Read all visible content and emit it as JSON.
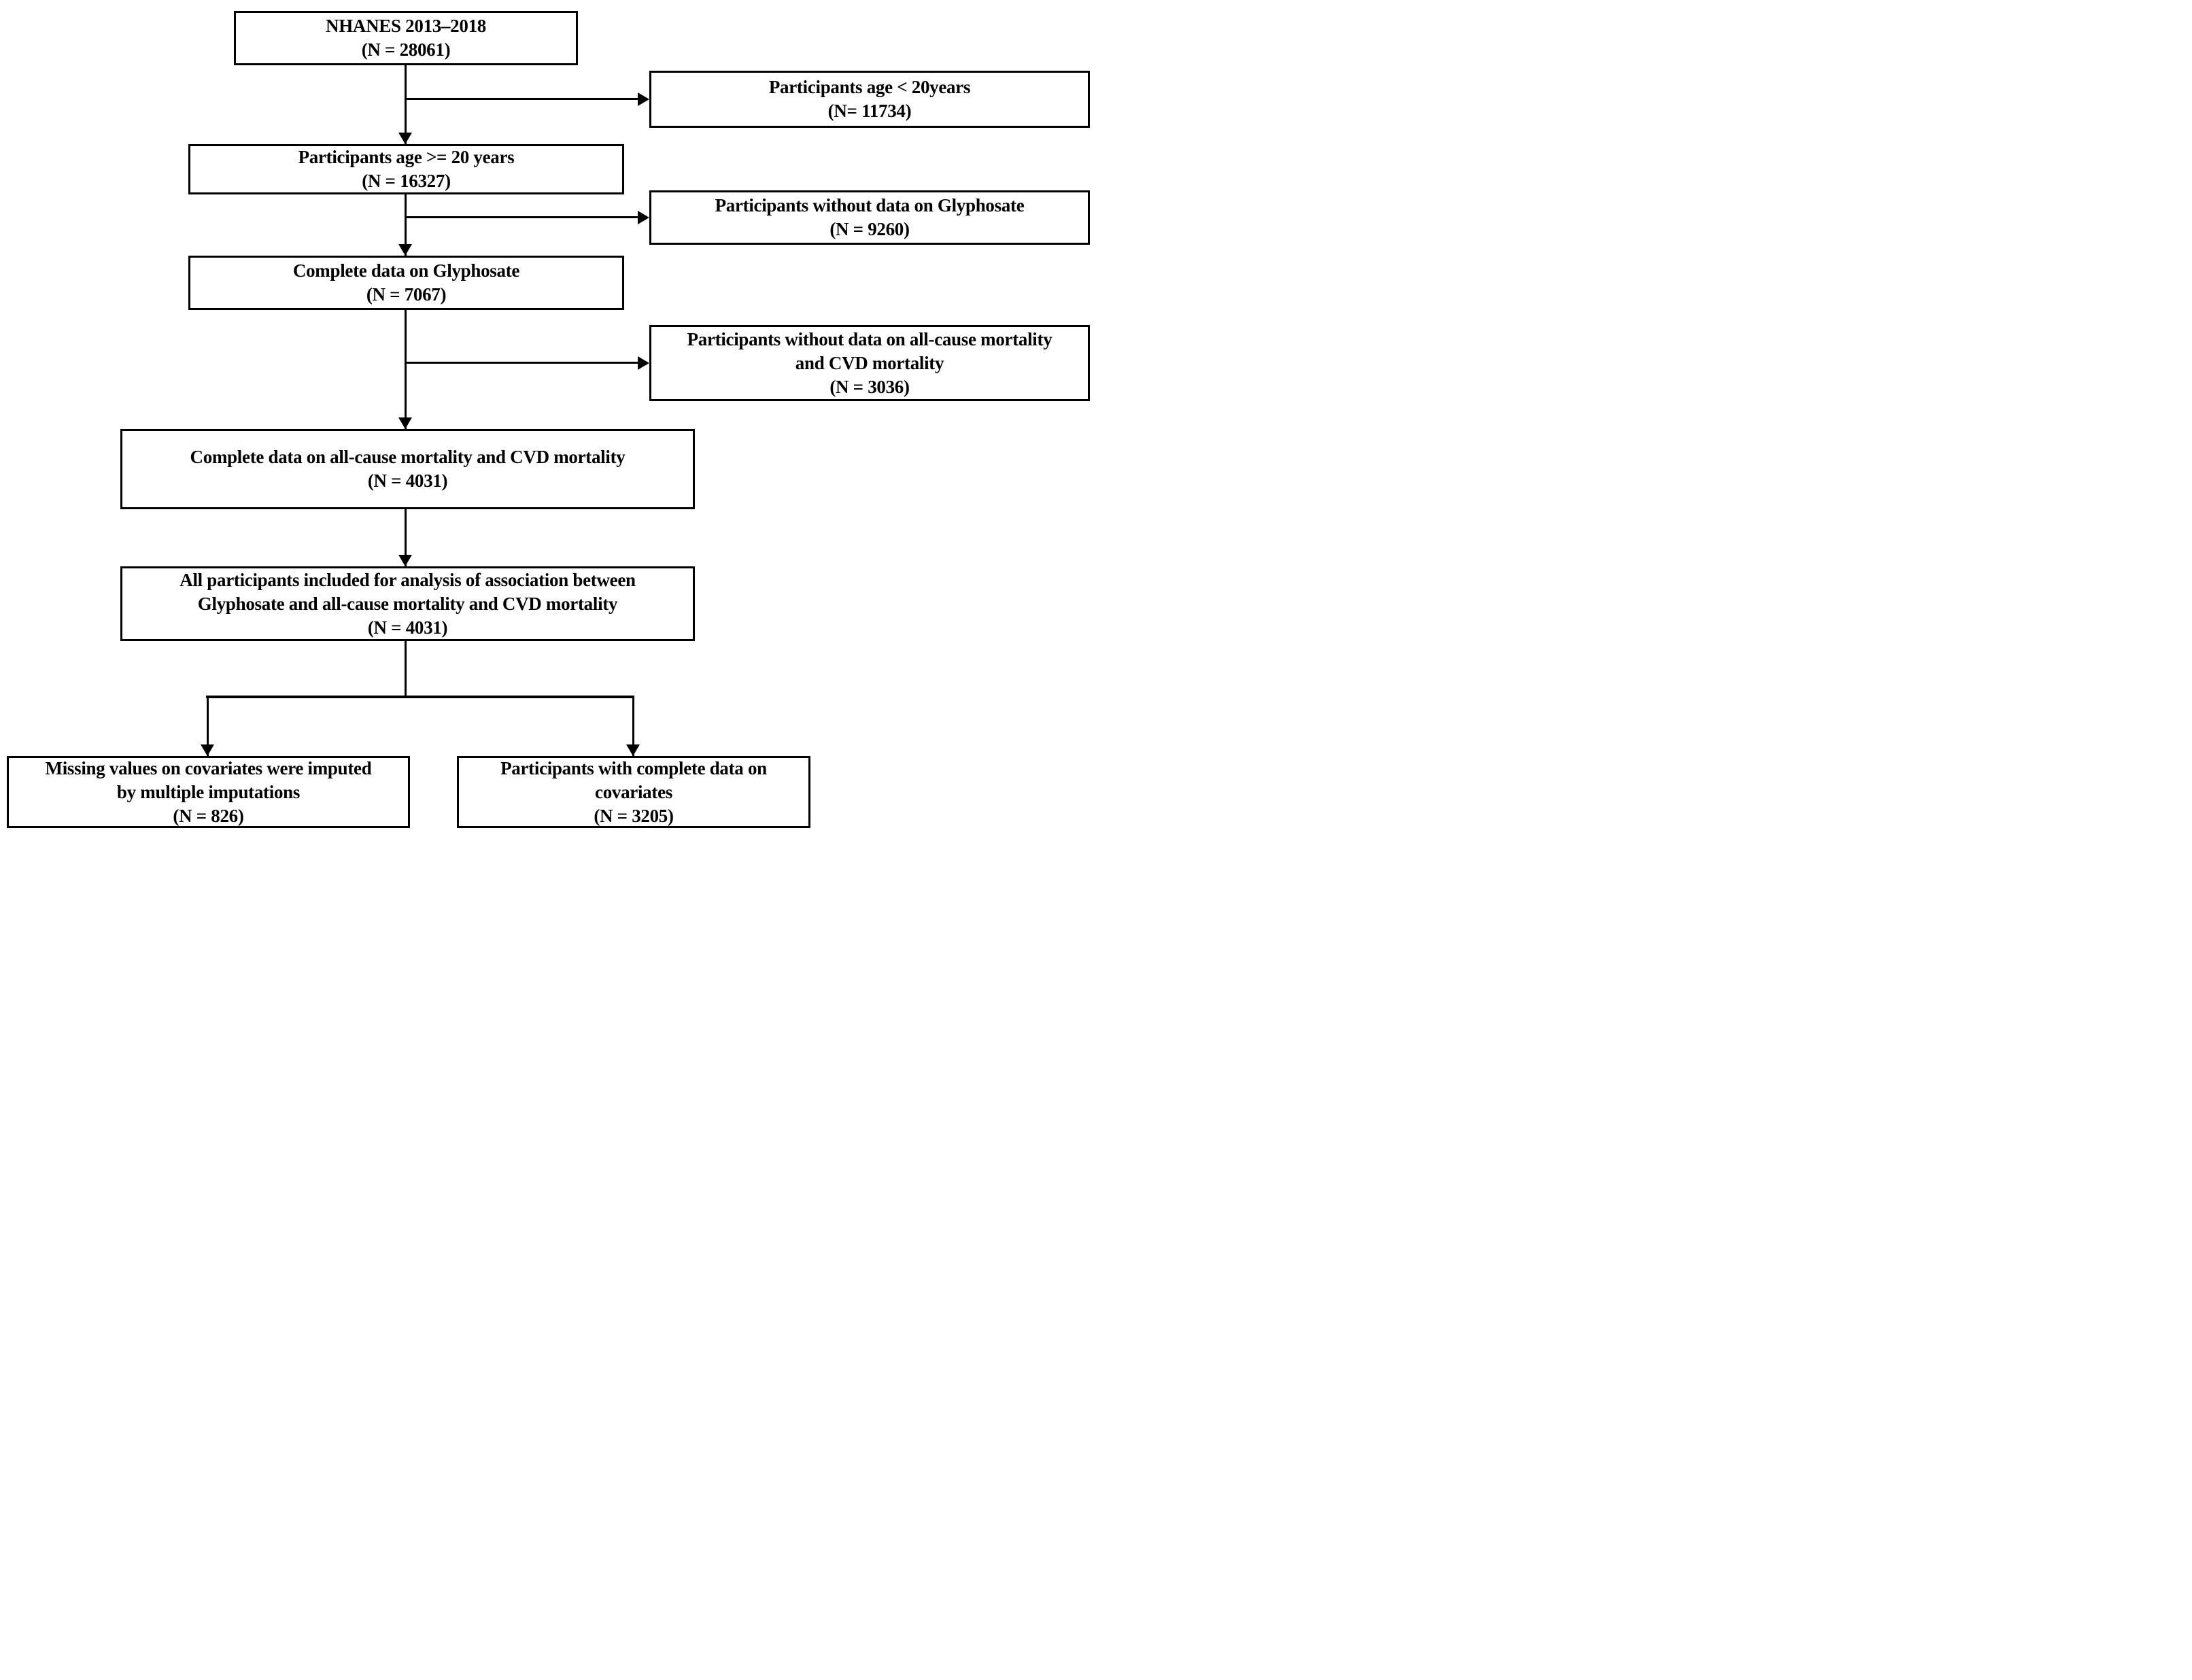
{
  "diagram": {
    "title": "Participant selection flowchart",
    "background_color": "#ffffff",
    "line_color": "#000000",
    "boxes": {
      "nhanes": {
        "lines": [
          "NHANES 2013–2018",
          "(N = 28061)"
        ]
      },
      "age_under_20": {
        "lines": [
          "Participants age < 20years",
          "(N= 11734)"
        ]
      },
      "age_20_plus": {
        "lines": [
          "Participants age >= 20 years",
          "(N = 16327)"
        ]
      },
      "without_glyphosate": {
        "lines": [
          "Participants without data on Glyphosate",
          "(N = 9260)"
        ]
      },
      "complete_glyphosate": {
        "lines": [
          "Complete data on Glyphosate",
          "(N = 7067)"
        ]
      },
      "without_mortality": {
        "lines": [
          "Participants without data on all-cause mortality",
          "and CVD mortality",
          "(N = 3036)"
        ]
      },
      "complete_mortality": {
        "lines": [
          "Complete data on all-cause mortality and CVD mortality",
          "(N = 4031)"
        ]
      },
      "included_analysis": {
        "lines": [
          "All participants included for analysis of association between",
          "Glyphosate and all-cause mortality and CVD mortality",
          "(N = 4031)"
        ]
      },
      "imputed_covariates": {
        "lines": [
          "Missing values on covariates were imputed",
          "by multiple imputations",
          "(N = 826)"
        ]
      },
      "complete_covariates": {
        "lines": [
          "Participants with complete data on",
          "covariates",
          "(N = 3205)"
        ]
      }
    }
  }
}
